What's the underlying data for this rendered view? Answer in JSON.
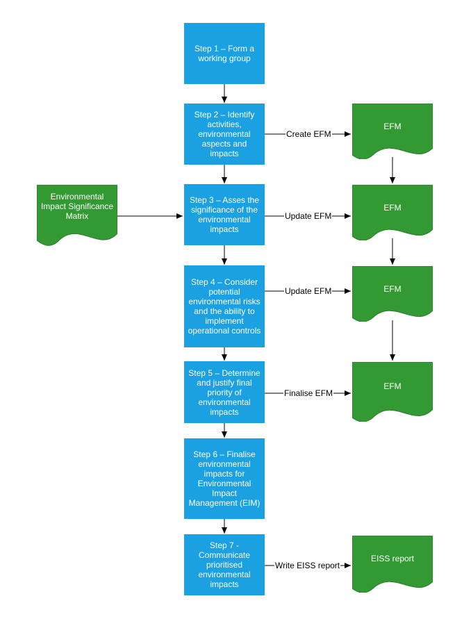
{
  "steps": [
    {
      "text": "Step 1 – Form a working group"
    },
    {
      "text": "Step 2 – Identify activities, environmental aspects and impacts"
    },
    {
      "text": "Step 3 – Asses the significance of the environmental impacts"
    },
    {
      "text": "Step 4 – Consider potential environmental risks and the ability to implement operational controls"
    },
    {
      "text": "Step 5 – Determine and justify final priority of environmental impacts"
    },
    {
      "text": "Step 6 – Finalise environmental impacts for Environmental Impact Management (EIM)"
    },
    {
      "text": "Step 7 - Communicate prioritised environmental impacts"
    }
  ],
  "documents": {
    "matrix": "Environmental Impact Significance Matrix",
    "efm_1": "EFM",
    "efm_2": "EFM",
    "efm_3": "EFM",
    "efm_4": "EFM",
    "eiss_report": "EISS report"
  },
  "edge_labels": {
    "create_efm": "Create EFM",
    "update_efm_1": "Update EFM",
    "update_efm_2": "Update EFM",
    "finalise_efm": "Finalise EFM",
    "write_eiss": "Write EISS report"
  },
  "colors": {
    "process": "#1ba1e2",
    "document": "#339933",
    "document_border": "#2d7d2d",
    "arrow": "#000000",
    "text_on_shape": "#ffffff"
  }
}
